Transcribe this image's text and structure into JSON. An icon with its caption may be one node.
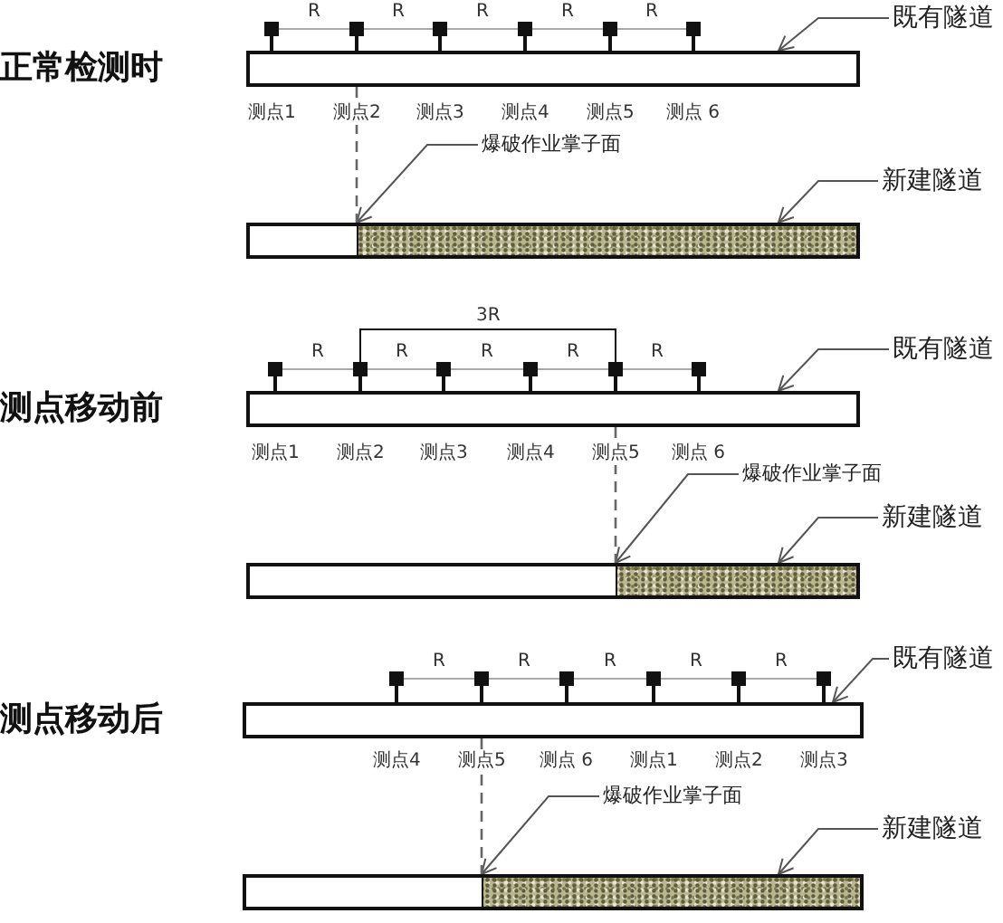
{
  "diagram": {
    "nodes": [
      {
        "text": [],
        "shape": "box"
      },
      {
        "text": [
          "既有隧道"
        ]
      },
      {
        "text": [
          "爆破作业掌子面"
        ]
      },
      {
        "text": [
          "新建隧道"
        ]
      },
      {
        "text": [],
        "shape": "box"
      },
      {
        "text": [],
        "shape": "box"
      },
      {
        "text": [
          "既有隧道"
        ]
      },
      {
        "text": [
          "爆破作业掌子面"
        ]
      },
      {
        "text": [
          "新建隧道"
        ]
      },
      {
        "text": [],
        "shape": "box"
      },
      {
        "text": [],
        "shape": "box"
      },
      {
        "text": [
          "既有隧道"
        ]
      },
      {
        "text": [
          "爆破作业掌子面"
        ]
      },
      {
        "text": [
          "新建隧道"
        ]
      },
      {
        "text": [],
        "shape": "box"
      }
    ],
    "edges": [
      {
        "from": 1,
        "to": 0,
        "arrow": "to"
      },
      {
        "from": 2,
        "to": 4,
        "arrow": "to"
      },
      {
        "from": 3,
        "to": 4,
        "arrow": "to"
      },
      {
        "from": 0,
        "to": 4,
        "arrow": "none",
        "style": "dashed"
      },
      {
        "from": 6,
        "to": 5,
        "arrow": "to"
      },
      {
        "from": 7,
        "to": 9,
        "arrow": "to"
      },
      {
        "from": 8,
        "to": 9,
        "arrow": "to"
      },
      {
        "from": 5,
        "to": 9,
        "arrow": "none",
        "style": "dashed"
      },
      {
        "from": 11,
        "to": 10,
        "arrow": "to"
      },
      {
        "from": 12,
        "to": 14,
        "arrow": "to"
      },
      {
        "from": 13,
        "to": 14,
        "arrow": "to"
      },
      {
        "from": 10,
        "to": 14,
        "arrow": "none",
        "style": "dashed"
      }
    ],
    "labels": [
      "R",
      "R",
      "R",
      "R",
      "R",
      "正常检测时",
      "测点1",
      "测点2",
      "测点3",
      "测点4",
      "测点5",
      "测点 6",
      "3R",
      "R",
      "R",
      "R",
      "R",
      "R",
      "测点移动前",
      "测点1",
      "测点2",
      "测点3",
      "测点4",
      "测点5",
      "测点 6",
      "R",
      "R",
      "R",
      "R",
      "R",
      "测点移动后",
      "测点4",
      "测点5",
      "测点 6",
      "测点1",
      "测点2",
      "测点3"
    ]
  }
}
